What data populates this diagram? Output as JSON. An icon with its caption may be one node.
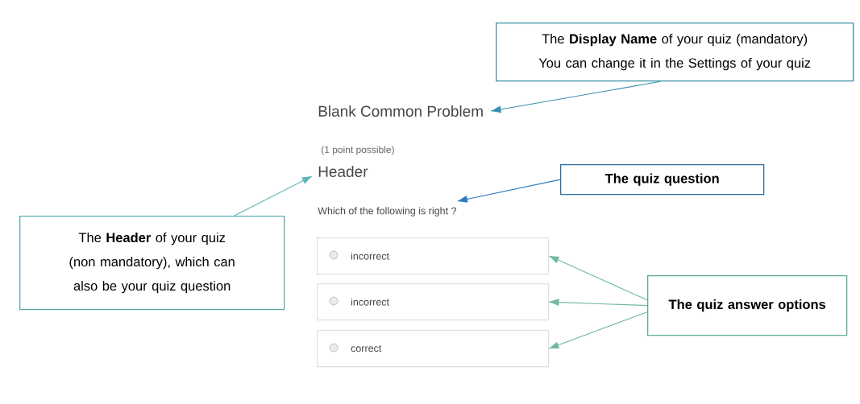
{
  "diagram": {
    "nodes": [
      {
        "text": [
          "The **Display Name** of your quiz (mandatory)",
          "You can change it in the Settings of your quiz"
        ]
      },
      {
        "text": [
          "Blank Common Problem"
        ]
      },
      {
        "text": [
          "Header"
        ]
      },
      {
        "text": [
          "Which of the following is right ?"
        ]
      },
      {
        "text": [
          "incorrect"
        ]
      },
      {
        "text": [
          "incorrect"
        ]
      },
      {
        "text": [
          "correct"
        ]
      },
      {
        "text": [
          "The **Header** of your quiz (non mandatory), which can also be your quiz question"
        ]
      },
      {
        "text": [
          "The quiz question"
        ]
      },
      {
        "text": [
          "The quiz answer options"
        ]
      }
    ],
    "edges": [
      {
        "from": 0,
        "to": 1,
        "arrow": "to",
        "color": "#3a8fb0"
      },
      {
        "from": 7,
        "to": 2,
        "arrow": "to",
        "color": "#5bb5bb"
      },
      {
        "from": 8,
        "to": 3,
        "arrow": "to",
        "color": "#2e7bbf"
      },
      {
        "from": 9,
        "to": 4,
        "arrow": "to"
      },
      {
        "from": 9,
        "to": 5,
        "arrow": "to"
      },
      {
        "from": 9,
        "to": 6,
        "arrow": "to"
      }
    ],
    "labels": [
      "(1 point possible)"
    ]
  }
}
